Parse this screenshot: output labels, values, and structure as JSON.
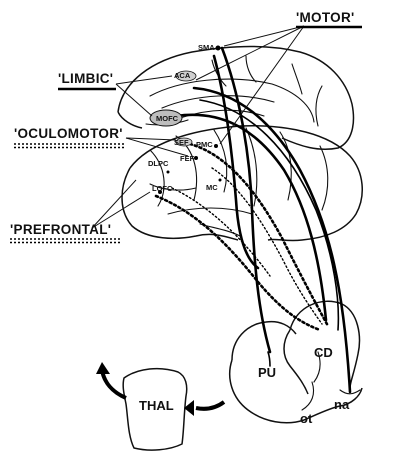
{
  "labels": {
    "motor": "'MOTOR'",
    "limbic": "'LIMBIC'",
    "oculomotor": "'OCULOMOTOR'",
    "prefrontal": "'PREFRONTAL'"
  },
  "regions": {
    "sma": "SMA",
    "aca": "ACA",
    "mofc": "MOFC",
    "sef": "SEF",
    "pmc": "PMC",
    "fef": "FEF",
    "dlpc": "DLPC",
    "mc": "MC",
    "lofc": "LOFC"
  },
  "subcortical": {
    "pu": "PU",
    "cd": "CD",
    "na": "na",
    "ot": "ot",
    "thal": "THAL"
  }
}
